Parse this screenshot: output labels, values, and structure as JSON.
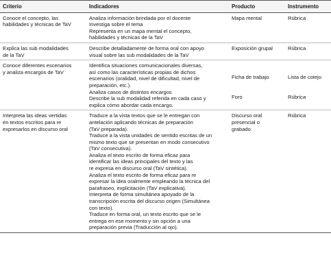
{
  "headers": [
    "Criterio",
    "Indicadores",
    "Producto",
    "Instrumento"
  ],
  "rows": [
    {
      "criterio": [
        "Conoce el concepto, las",
        "habilidades y técnicas de TaV"
      ],
      "indicadores": [
        "Analiza información brindada por el docente",
        "Investiga sobre el tema",
        "Representa en un mapa mental el concepto,",
        "habilidades y técnicas de la TaV"
      ],
      "producto": [
        "Mapa mental"
      ],
      "instrumento": [
        "Rúbrica"
      ]
    },
    {
      "criterio": [
        "Explica las  sub modalidades",
        "de la TaV"
      ],
      "indicadores": [
        "Describe detalladamente de forma oral con apoyo",
        "visual sobre las sub modalidades de la TaV"
      ],
      "producto": [
        "Exposición grupal"
      ],
      "instrumento": [
        "Rúbrica"
      ]
    },
    {
      "criterio": [
        "Conoce diferentes escenarios",
        "y analiza encargos de TaV"
      ],
      "indicadores": [
        "Identifica situaciones comunicacionales diversas,",
        "así como las características propias de dichos",
        "escenarios (oralidad, nivel de dificultad, nivel de",
        "preparación, etc.).",
        "Analiza casos de distintos encargos",
        "Describe la sub modalidad referida en cada caso y",
        "explica cómo abordar cada encargo."
      ],
      "producto_a": [
        "Ficha de trabajo"
      ],
      "instrumento_a": [
        "Lista de cotejo"
      ],
      "producto_b": [
        "Foro"
      ],
      "instrumento_b": [
        "Rúbrica"
      ]
    },
    {
      "criterio": [
        "Interpreta las ideas vertidas",
        "en textos escritos para re",
        "expresarlos en discurso oral"
      ],
      "indicadores": [
        "Traduce a la vista textos que se le entregan con",
        "antelación aplicando técnicas de preparación",
        "(TaV preparada).",
        "Traduce a la vista unidades de sentido escritas de un",
        "mismo texto que se presentan en modo consecutivo",
        "(TaV consecutiva).",
        "Analiza el texto escrito de forma eficaz para",
        "identificar las ideas principales del texto y las",
        "re expresa en discurso oral (TaV sintética).",
        "Analiza el texto escrito de forma eficaz para re",
        "expresar la idea oralmente empleando la técnica del",
        "parafraseo, explicitación (TaV explicativa).",
        "Interpreta de forma simultánea apoyado de la",
        "transcripción escrita del discurso origen (Simultánea",
        "con texto).",
        "Traduce en forma oral, un texto escrito que se le",
        "entrega en ese momento y sin opción a una",
        "preparación previa (Traducción al ojo)."
      ],
      "producto": [
        "Discurso oral",
        "presencial o",
        "grabado"
      ],
      "instrumento": [
        "Rúbrica"
      ]
    }
  ]
}
